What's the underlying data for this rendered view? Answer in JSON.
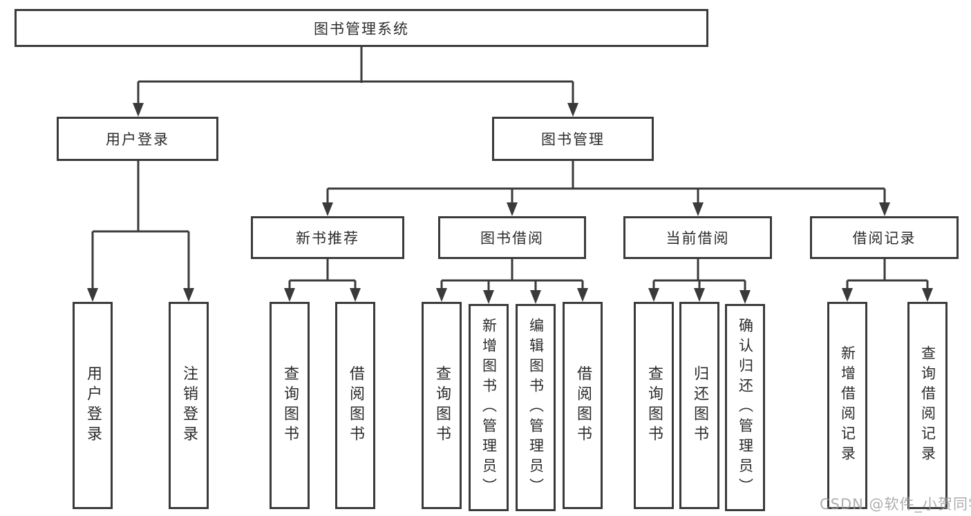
{
  "root": {
    "label": "图书管理系统"
  },
  "level2": {
    "user_login": {
      "label": "用户登录"
    },
    "book_management": {
      "label": "图书管理"
    }
  },
  "level3": {
    "new_book_recommendation": {
      "label": "新书推荐"
    },
    "book_borrowing": {
      "label": "图书借阅"
    },
    "current_borrowing": {
      "label": "当前借阅"
    },
    "borrowing_records": {
      "label": "借阅记录"
    }
  },
  "leaves": {
    "user_login": {
      "label": "用户登录"
    },
    "logout": {
      "label": "注销登录"
    },
    "recommend_query_books": {
      "label": "查询图书"
    },
    "recommend_borrow_books": {
      "label": "借阅图书"
    },
    "borrowing_query_books": {
      "label": "查询图书"
    },
    "borrowing_add_books_admin": {
      "label": "新增图书（管理员）"
    },
    "borrowing_edit_books_admin": {
      "label": "编辑图书（管理员）"
    },
    "borrowing_borrow_books": {
      "label": "借阅图书"
    },
    "current_query_books": {
      "label": "查询图书"
    },
    "current_return_books": {
      "label": "归还图书"
    },
    "current_confirm_return_admin": {
      "label": "确认归还（管理员）"
    },
    "records_add_record": {
      "label": "新增借阅记录"
    },
    "records_query_record": {
      "label": "查询借阅记录"
    }
  },
  "watermark": {
    "text": "CSDN @软件_小贺同学"
  },
  "colors": {
    "line": "#3a3a3a",
    "text": "#2b2b2b",
    "watermark": "#9c9c9c",
    "background": "#ffffff"
  }
}
